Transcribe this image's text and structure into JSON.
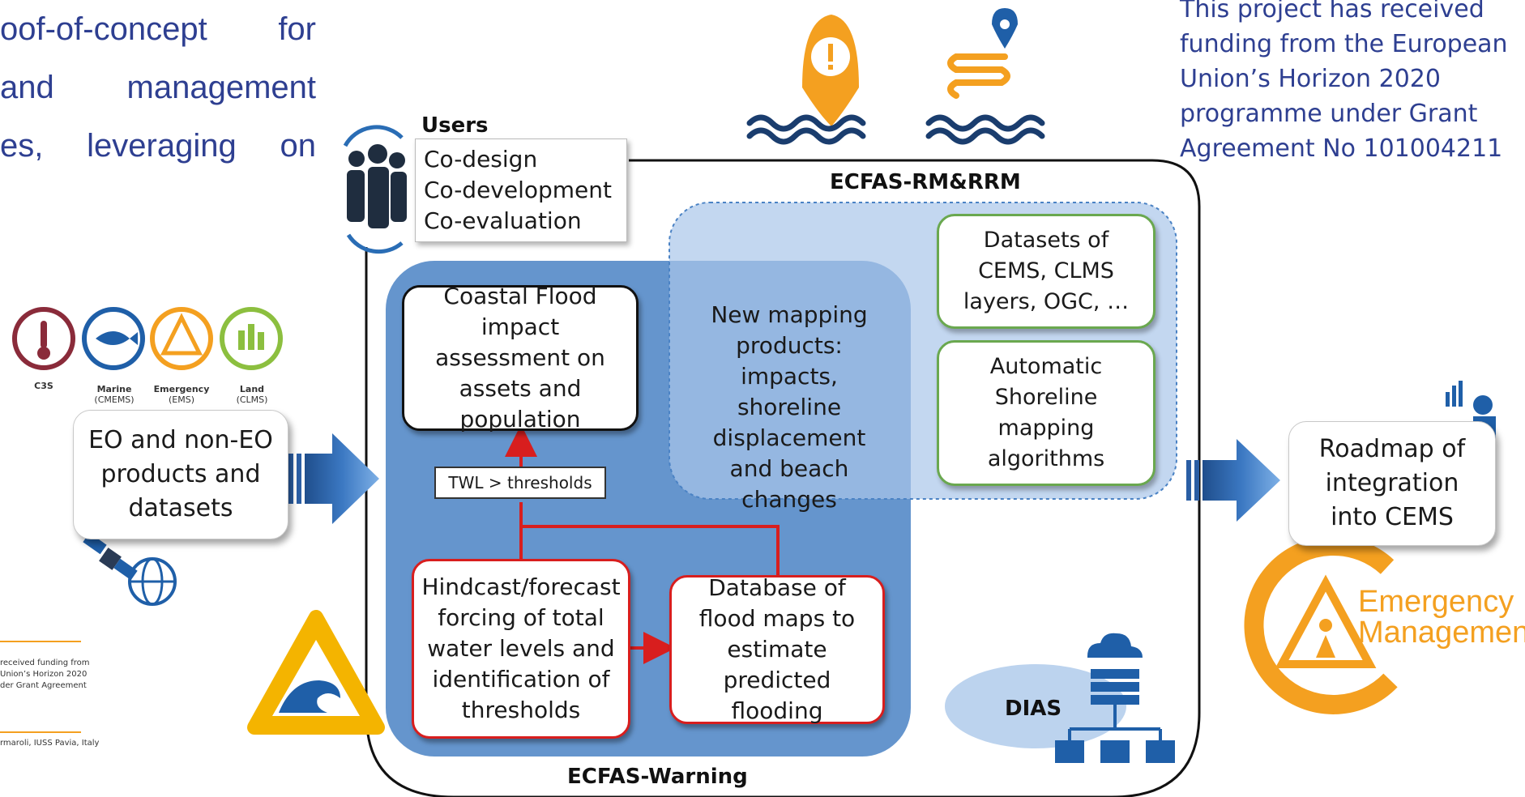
{
  "intro_lines": [
    "oof-of-concept  for",
    "and   management",
    "es,  leveraging  on"
  ],
  "funding_lines": [
    "This project has received",
    "funding from the European",
    "Union’s Horizon 2020",
    "programme under Grant",
    "Agreement No 101004211"
  ],
  "users": {
    "title": "Users",
    "items": [
      "Co-design",
      "Co-development",
      "Co-evaluation"
    ]
  },
  "services": [
    {
      "name": "C3S",
      "sub": ""
    },
    {
      "name": "Marine",
      "sub": "(CMEMS)"
    },
    {
      "name": "Emergency",
      "sub": "(EMS)"
    },
    {
      "name": "Land",
      "sub": "(CLMS)"
    }
  ],
  "eo_box": "EO and non-EO products and datasets",
  "rm_label": "ECFAS-RM&RRM",
  "warning_label": "ECFAS-Warning",
  "boxes": {
    "coastal": "Coastal Flood impact assessment on assets and population",
    "twl": "TWL > thresholds",
    "hindcast": "Hindcast/forecast forcing of total water levels and identification of thresholds",
    "database": "Database of flood maps to estimate predicted flooding",
    "mapping": "New mapping products: impacts, shoreline displacement and beach changes",
    "datasets": "Datasets of CEMS, CLMS layers, OGC, …",
    "shoreline": "Automatic Shoreline mapping algorithms",
    "roadmap": "Roadmap of integration into CEMS"
  },
  "dias": "DIAS",
  "em_logo": [
    "Emergency",
    "Management"
  ],
  "footer_fragments": [
    "received funding from",
    "Union’s Horizon 2020",
    "der Grant Agreement",
    "rmaroli, IUSS Pavia, Italy"
  ],
  "colors": {
    "navy": "#2e3f91",
    "red": "#d81e1e",
    "green": "#6aa84f",
    "blue_dark": "#4a82c4",
    "blue_light": "#bcd3ee",
    "orange": "#f4a020"
  }
}
